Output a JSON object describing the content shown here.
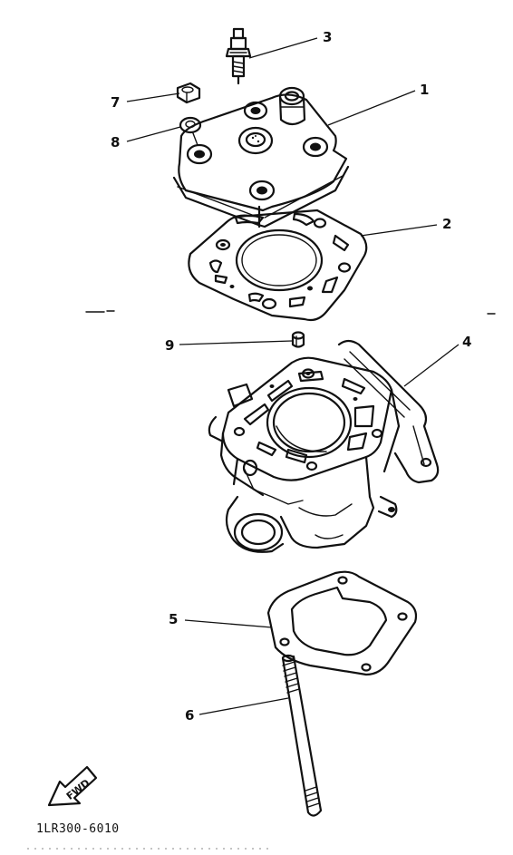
{
  "diagram": {
    "callouts": [
      {
        "id": "1",
        "label": "1"
      },
      {
        "id": "2",
        "label": "2"
      },
      {
        "id": "3",
        "label": "3"
      },
      {
        "id": "4",
        "label": "4"
      },
      {
        "id": "5",
        "label": "5"
      },
      {
        "id": "6",
        "label": "6"
      },
      {
        "id": "7",
        "label": "7"
      },
      {
        "id": "8",
        "label": "8"
      },
      {
        "id": "9",
        "label": "9"
      }
    ],
    "fwd_label": "FWD",
    "drawing_code": "1LR300-6010"
  }
}
